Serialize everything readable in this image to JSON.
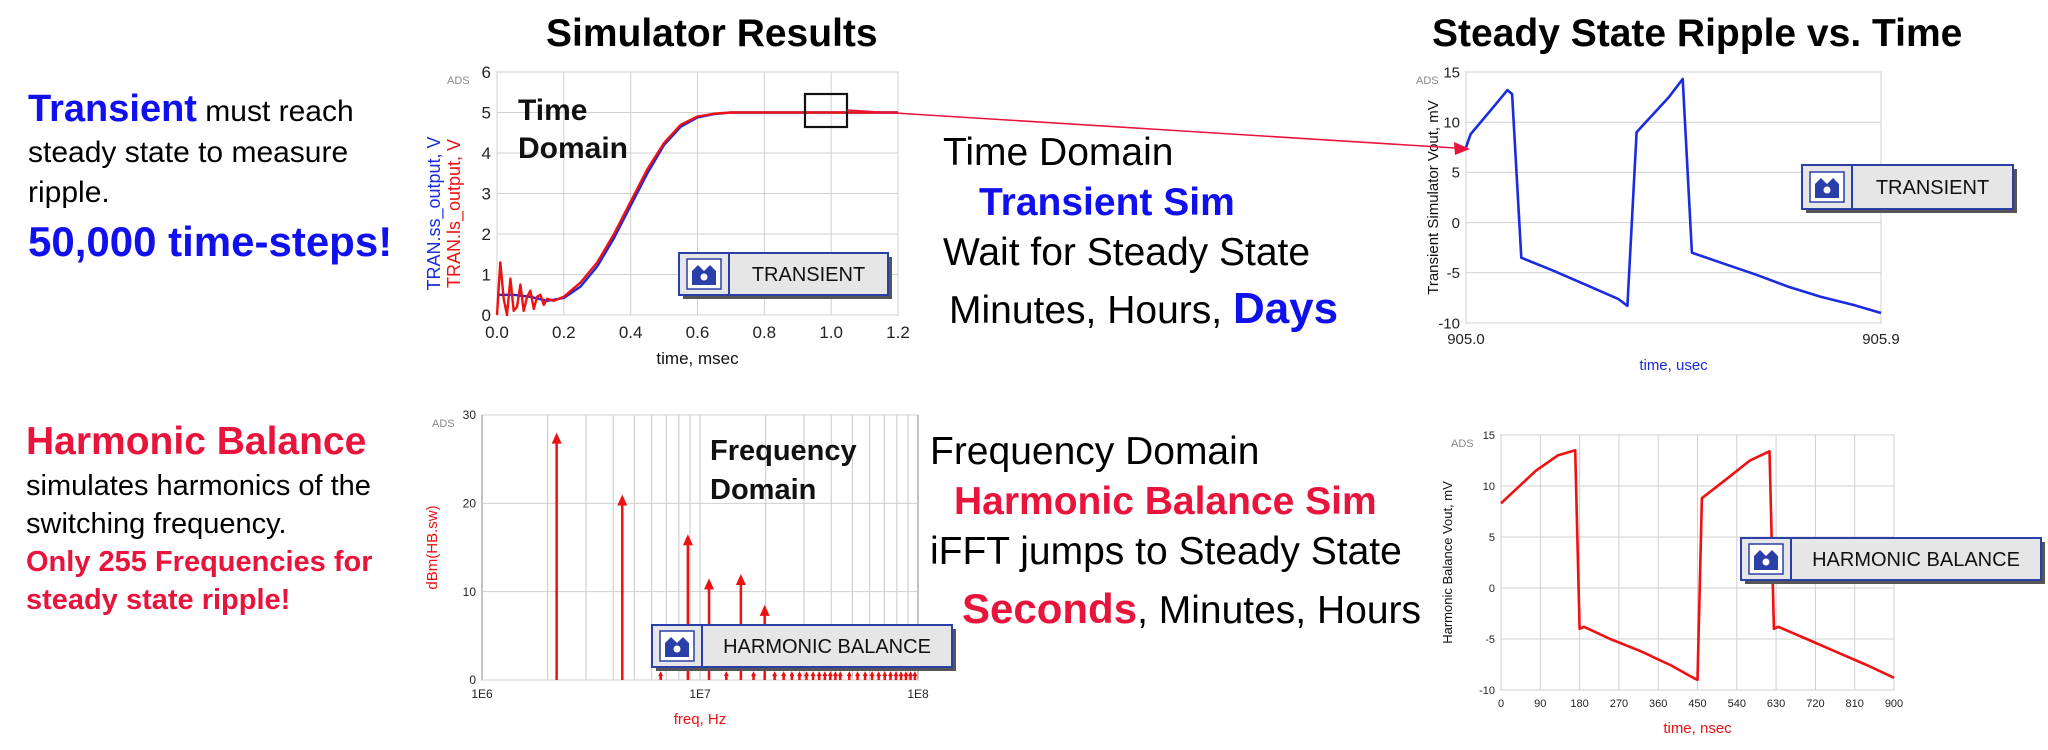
{
  "titles": {
    "simulator_results": "Simulator Results",
    "steady_state": "Steady State Ripple vs. Time"
  },
  "left_top": {
    "transient_word": "Transient",
    "transient_rest": " must reach",
    "line2": "steady state to measure",
    "line3": "ripple.",
    "timesteps": "50,000 time-steps!"
  },
  "left_bottom": {
    "hb_title": "Harmonic Balance",
    "line2": "simulates harmonics of the",
    "line3": "switching frequency.",
    "red1": "Only 255 Frequencies for",
    "red2": "steady state ripple!"
  },
  "middle_top": {
    "line1": "Time Domain",
    "line2": "Transient Sim",
    "line3": "Wait for Steady State",
    "line4a": "Minutes, Hours, ",
    "line4b": "Days"
  },
  "middle_bottom": {
    "line1": "Frequency Domain",
    "line2": "Harmonic Balance Sim",
    "line3": "iFFT jumps to Steady State",
    "line4a": "Seconds",
    "line4b": ", Minutes, Hours"
  },
  "colors": {
    "blue_text": "#1010ee",
    "red_text": "#e8143c",
    "plot_blue": "#1a2be0",
    "plot_red": "#ee1111",
    "badge_blue": "#2b3fa8",
    "badge_bg": "#e6e6e6"
  },
  "chart_data": [
    {
      "id": "time_domain",
      "type": "line",
      "ads_mark": "ADS",
      "annotation": [
        "Time",
        "Domain"
      ],
      "badge": "TRANSIENT",
      "xlabel": "time, msec",
      "ylabel_lines": [
        "TRAN.ss_output, V",
        "TRAN.ls_output, V"
      ],
      "ylabel_colors": [
        "#1a2be0",
        "#ee1111"
      ],
      "xlim": [
        0,
        1.2
      ],
      "ylim": [
        0,
        6
      ],
      "xticks": [
        "0.0",
        "0.2",
        "0.4",
        "0.6",
        "0.8",
        "1.0",
        "1.2"
      ],
      "yticks": [
        "0",
        "1",
        "2",
        "3",
        "4",
        "5",
        "6"
      ],
      "grid": true,
      "series": [
        {
          "name": "TRAN.ss_output, V",
          "color": "#1a2be0",
          "x": [
            0,
            0.05,
            0.1,
            0.15,
            0.2,
            0.25,
            0.3,
            0.35,
            0.4,
            0.45,
            0.5,
            0.55,
            0.6,
            0.65,
            0.7,
            0.8,
            0.9,
            1.0,
            1.1,
            1.2
          ],
          "y": [
            0.5,
            0.5,
            0.45,
            0.35,
            0.42,
            0.7,
            1.2,
            1.9,
            2.7,
            3.5,
            4.2,
            4.65,
            4.88,
            4.96,
            5.0,
            5.0,
            5.0,
            5.0,
            5.0,
            5.0
          ]
        },
        {
          "name": "TRAN.ls_output, V",
          "color": "#ee1111",
          "x": [
            0,
            0.01,
            0.02,
            0.03,
            0.04,
            0.05,
            0.06,
            0.07,
            0.08,
            0.09,
            0.1,
            0.11,
            0.12,
            0.13,
            0.14,
            0.15,
            0.17,
            0.2,
            0.25,
            0.3,
            0.35,
            0.4,
            0.45,
            0.5,
            0.55,
            0.6,
            0.65,
            0.7,
            0.8,
            0.9,
            1.0,
            1.1,
            1.2
          ],
          "y": [
            0,
            1.3,
            0.4,
            0.0,
            0.9,
            0.1,
            0.2,
            0.75,
            0.1,
            0.45,
            0.6,
            0.15,
            0.45,
            0.5,
            0.25,
            0.4,
            0.35,
            0.45,
            0.8,
            1.3,
            2.0,
            2.8,
            3.6,
            4.25,
            4.7,
            4.9,
            4.97,
            5.0,
            5.0,
            5.0,
            5.0,
            5.0,
            5.0
          ]
        }
      ]
    },
    {
      "id": "steady_state_transient",
      "type": "line",
      "ads_mark": "ADS",
      "badge": "TRANSIENT",
      "xlabel": "time, usec",
      "ylabel": "Transient Simulator Vout, mV",
      "xlim": [
        905.0,
        905.9
      ],
      "ylim": [
        -10,
        15
      ],
      "xticks": [
        "905.0",
        "905.9"
      ],
      "yticks": [
        "-10",
        "-5",
        "0",
        "5",
        "10",
        "15"
      ],
      "grid": true,
      "series": [
        {
          "name": "Vout",
          "color": "#1a2be0",
          "x": [
            905.0,
            905.01,
            905.05,
            905.09,
            905.1,
            905.12,
            905.19,
            905.26,
            905.33,
            905.35,
            905.37,
            905.44,
            905.47,
            905.49,
            905.56,
            905.63,
            905.7,
            905.77,
            905.84,
            905.9
          ],
          "y": [
            7.5,
            8.8,
            11.0,
            13.2,
            12.8,
            -3.5,
            -4.8,
            -6.2,
            -7.6,
            -8.3,
            9.0,
            12.5,
            14.3,
            -3.0,
            -4.1,
            -5.2,
            -6.4,
            -7.4,
            -8.2,
            -9.0
          ]
        }
      ]
    },
    {
      "id": "frequency_domain",
      "type": "bar",
      "ads_mark": "ADS",
      "annotation": [
        "Frequency",
        "Domain"
      ],
      "badge": "HARMONIC BALANCE",
      "xlabel": "freq, Hz",
      "ylabel": "dBm(HB.sw)",
      "xscale": "log",
      "xlim": [
        1000000,
        100000000
      ],
      "ylim": [
        0,
        30
      ],
      "xticks": [
        "1E6",
        "1E7",
        "1E8"
      ],
      "yticks": [
        "0",
        "10",
        "20",
        "30"
      ],
      "grid": true,
      "series": [
        {
          "name": "dBm(HB.sw)",
          "color": "#ee1111",
          "x": [
            2200000,
            4400000,
            6600000,
            8800000,
            11000000,
            13200000,
            15400000,
            17600000,
            19800000,
            22000000,
            24200000,
            26400000,
            28600000,
            30800000,
            33000000,
            35200000,
            37400000,
            39600000,
            41800000,
            44000000,
            48400000,
            52800000,
            57200000,
            61600000,
            66000000,
            70400000,
            74800000,
            79200000,
            83600000,
            88000000,
            92400000,
            96800000
          ],
          "y": [
            28,
            21,
            1,
            16.5,
            11.5,
            1,
            12,
            1,
            8.5,
            1,
            1,
            1,
            1,
            1,
            1,
            1,
            1,
            1,
            1,
            1,
            1,
            1,
            1,
            1,
            1,
            1,
            1,
            1,
            1,
            1,
            1,
            1
          ]
        }
      ]
    },
    {
      "id": "steady_state_hb",
      "type": "line",
      "ads_mark": "ADS",
      "badge": "HARMONIC BALANCE",
      "xlabel": "time, nsec",
      "ylabel": "Harmonic Balance Vout, mV",
      "xlim": [
        0,
        900
      ],
      "ylim": [
        -10,
        15
      ],
      "xticks": [
        "0",
        "90",
        "180",
        "270",
        "360",
        "450",
        "540",
        "630",
        "720",
        "810",
        "900"
      ],
      "yticks": [
        "-10",
        "-5",
        "0",
        "5",
        "10",
        "15"
      ],
      "grid": true,
      "series": [
        {
          "name": "Vout",
          "color": "#ee1111",
          "x": [
            0,
            30,
            80,
            130,
            170,
            180,
            190,
            250,
            320,
            390,
            440,
            450,
            460,
            520,
            570,
            615,
            625,
            635,
            700,
            770,
            840,
            900
          ],
          "y": [
            8.3,
            9.5,
            11.5,
            13.0,
            13.5,
            -4.0,
            -3.8,
            -5.0,
            -6.2,
            -7.6,
            -8.8,
            -9.0,
            8.8,
            10.8,
            12.5,
            13.4,
            -4.0,
            -3.8,
            -5.0,
            -6.3,
            -7.6,
            -8.8
          ]
        }
      ]
    }
  ]
}
